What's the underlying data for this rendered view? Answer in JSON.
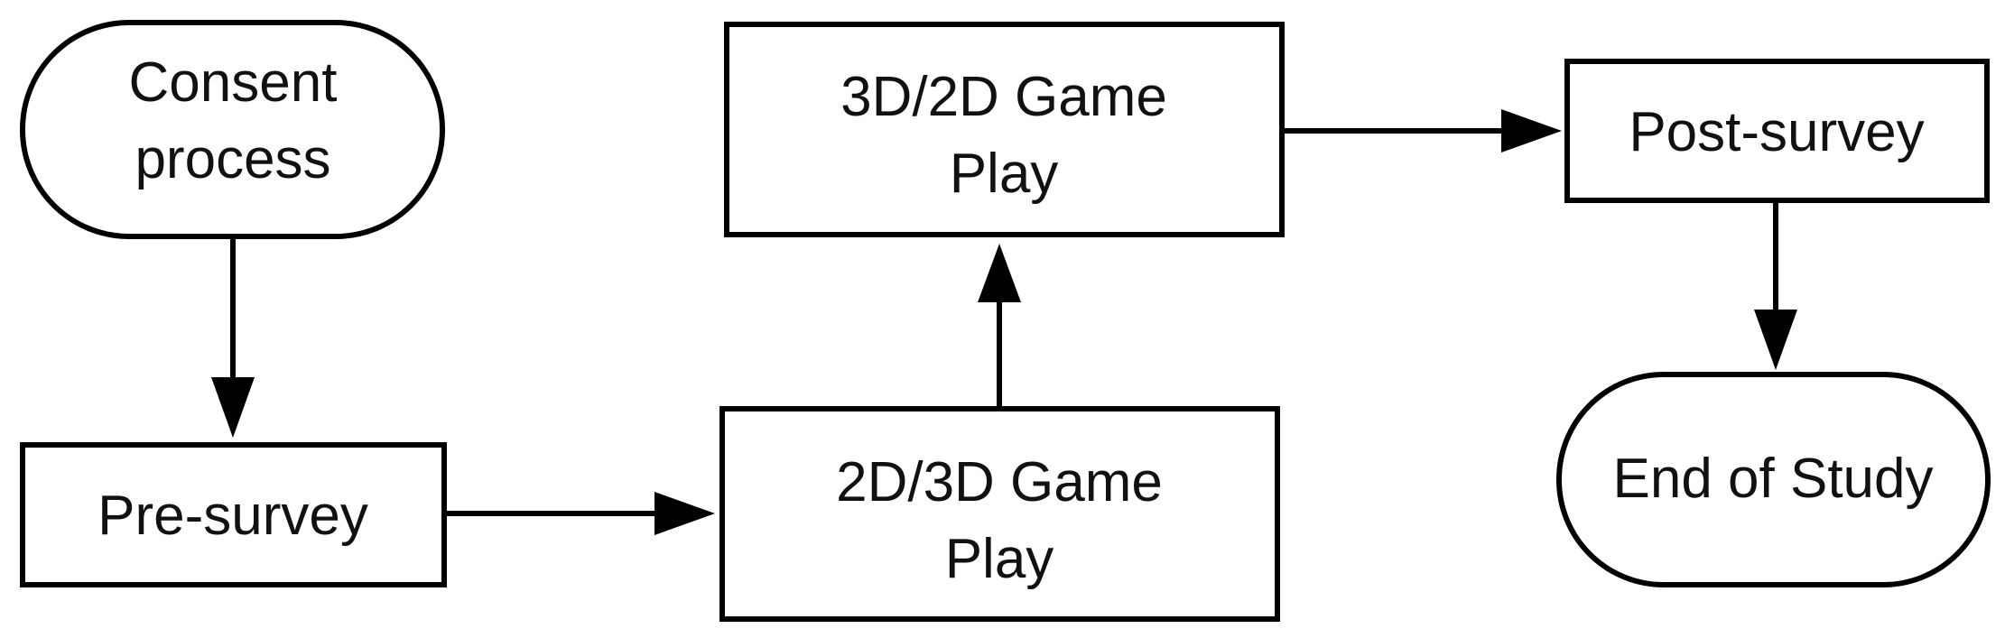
{
  "diagram": {
    "nodes": {
      "consent": {
        "shape": "rounded-terminal",
        "lines": [
          "Consent",
          "process"
        ]
      },
      "pre_survey": {
        "shape": "rectangle",
        "lines": [
          "Pre-survey"
        ]
      },
      "game_2d3d": {
        "shape": "rectangle",
        "lines": [
          "2D/3D Game",
          "Play"
        ]
      },
      "game_3d2d": {
        "shape": "rectangle",
        "lines": [
          "3D/2D Game",
          "Play"
        ]
      },
      "post_survey": {
        "shape": "rectangle",
        "lines": [
          "Post-survey"
        ]
      },
      "end": {
        "shape": "rounded-terminal",
        "lines": [
          "End of Study"
        ]
      }
    },
    "edges": [
      {
        "from": "consent",
        "to": "pre_survey"
      },
      {
        "from": "pre_survey",
        "to": "game_2d3d"
      },
      {
        "from": "game_2d3d",
        "to": "game_3d2d"
      },
      {
        "from": "game_3d2d",
        "to": "post_survey"
      },
      {
        "from": "post_survey",
        "to": "end"
      }
    ]
  }
}
